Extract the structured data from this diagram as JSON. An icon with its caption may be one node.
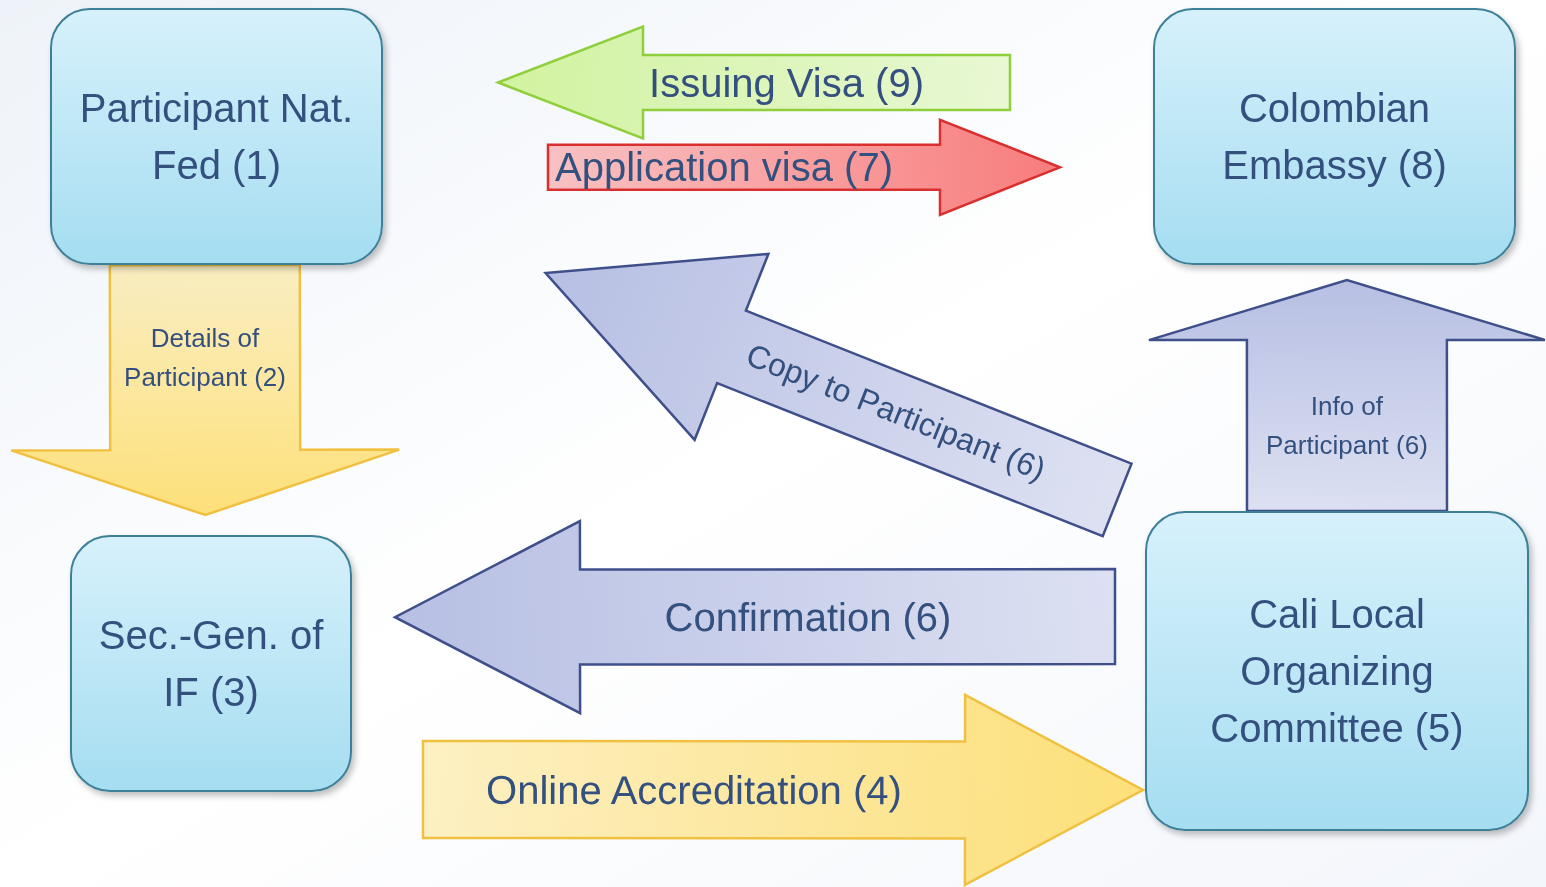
{
  "diagram": {
    "nodes": [
      {
        "text": [
          "Participant Nat. Fed (1)"
        ]
      },
      {
        "text": [
          "Colombian Embassy (8)"
        ]
      },
      {
        "text": [
          "Sec.-Gen. of IF (3)"
        ]
      },
      {
        "text": [
          "Cali Local Organizing Committee (5)"
        ]
      }
    ],
    "edges": [
      {
        "from": 0,
        "to": 2,
        "arrow": "to",
        "label": "Details of Participant (2)",
        "style": "thick",
        "color": "#fde07a"
      },
      {
        "from": 1,
        "to": 0,
        "arrow": "to",
        "label": "Issuing Visa (9)",
        "style": "thick",
        "color": "#d2f3a0"
      },
      {
        "from": 0,
        "to": 1,
        "arrow": "to",
        "label": "Application visa (7)",
        "style": "thick",
        "color": "#f87c7c"
      },
      {
        "from": 3,
        "to": 0,
        "arrow": "to",
        "label": "Copy to Participant (6)",
        "style": "thick",
        "color": "#b7bfe3"
      },
      {
        "from": 3,
        "to": 1,
        "arrow": "to",
        "label": "Info of Participant (6)",
        "style": "thick",
        "color": "#b7bfe3"
      },
      {
        "from": 3,
        "to": 2,
        "arrow": "to",
        "label": "Confirmation (6)",
        "style": "thick",
        "color": "#b7bfe3"
      },
      {
        "from": 2,
        "to": 3,
        "arrow": "to",
        "label": "Online Accreditation (4)",
        "style": "thick",
        "color": "#fde07a"
      }
    ]
  }
}
